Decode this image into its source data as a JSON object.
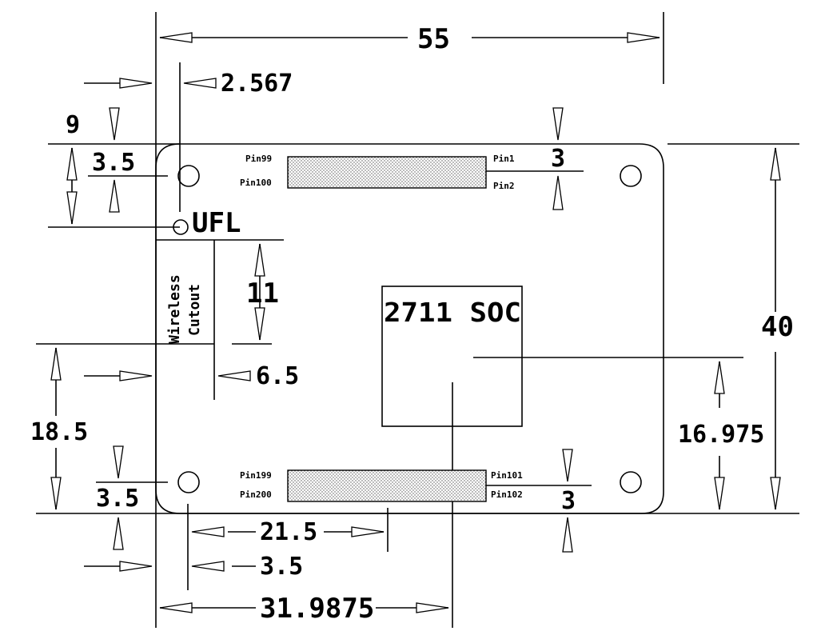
{
  "dimensions": {
    "width_top": "55",
    "height_right": "40",
    "ufl_offset": "2.567",
    "ufl_from_top": "9",
    "hole_top_offset": "3.5",
    "connector_top_width": "3",
    "cutout_height": "11",
    "cutout_width": "6.5",
    "cutout_from_bottom": "18.5",
    "hole_bottom_offset": "3.5",
    "soc_from_bottom": "16.975",
    "connector_bottom_width": "3",
    "connector_bottom_x": "21.5",
    "hole_left_offset": "3.5",
    "soc_x": "31.9875"
  },
  "labels": {
    "ufl": "UFL",
    "soc": "2711 SOC",
    "cutout_line1": "Wireless",
    "cutout_line2": "Cutout"
  },
  "pins": {
    "top_left_upper": "Pin99",
    "top_left_lower": "Pin100",
    "top_right_upper": "Pin1",
    "top_right_lower": "Pin2",
    "bottom_left_upper": "Pin199",
    "bottom_left_lower": "Pin200",
    "bottom_right_upper": "Pin101",
    "bottom_right_lower": "Pin102"
  }
}
